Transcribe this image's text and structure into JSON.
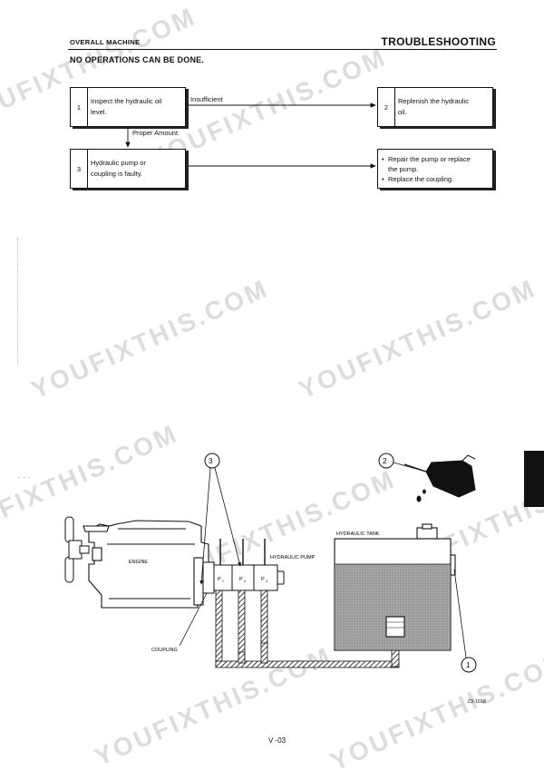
{
  "header": {
    "section": "OVERALL MACHINE",
    "chapter": "TROUBLESHOOTING"
  },
  "subtitle": "NO OPERATIONS CAN BE DONE.",
  "flowchart": {
    "steps": [
      {
        "num": "1",
        "text": "Inspect the hydraulic oil\nlevel."
      },
      {
        "num": "2",
        "text": "Replenish the hydraulic\noil."
      },
      {
        "num": "3",
        "text": "Hydraulic pump or\ncoupling is faulty."
      }
    ],
    "remedies": [
      "Repair the pump or replace\nthe pump.",
      "Replace the coupling."
    ],
    "labels": {
      "insufficient": "Insufficient",
      "proper_amount": "Proper Amount"
    }
  },
  "diagram": {
    "engine": "ENGINE",
    "hydraulic_pump": "HYDRAULIC PUMP",
    "hydraulic_tank": "HYDRAULIC TANK",
    "coupling": "COUPLING",
    "p1": "P",
    "p2": "P",
    "p3": "P",
    "p1_sub": "1",
    "p2_sub": "2",
    "p3_sub": "3",
    "callout_1": "1",
    "callout_2": "2",
    "callout_3": "3",
    "figure_code": "Z3-1018"
  },
  "footer": {
    "page": "V -03"
  },
  "watermark": "YOUFIXTHIS.COM",
  "colors": {
    "ink": "#111111",
    "oil_fill": "#9a9a9a",
    "tab": "#111111",
    "watermark": "#d9d9d9"
  }
}
